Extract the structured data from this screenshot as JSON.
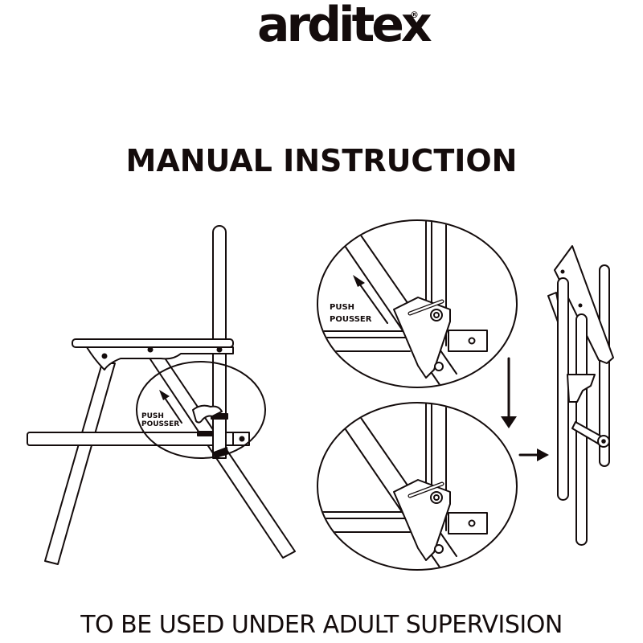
{
  "brand": {
    "logo_text": "arditex",
    "registered_mark": "®"
  },
  "header": {
    "title": "MANUAL INSTRUCTION"
  },
  "illustrations": {
    "main_chair": {
      "label_line1": "PUSH",
      "label_line2": "POUSSER",
      "arrow_direction": "up-left"
    },
    "detail_top": {
      "label_line1": "PUSH",
      "label_line2": "POUSSER",
      "arrow_direction": "up-left"
    },
    "detail_bottom": {
      "arrow_down": "down",
      "arrow_right": "right"
    },
    "folded_chair": {}
  },
  "footer": {
    "warning": "TO BE USED UNDER ADULT SUPERVISION"
  },
  "colors": {
    "ink": "#140c0c",
    "background": "#ffffff"
  }
}
